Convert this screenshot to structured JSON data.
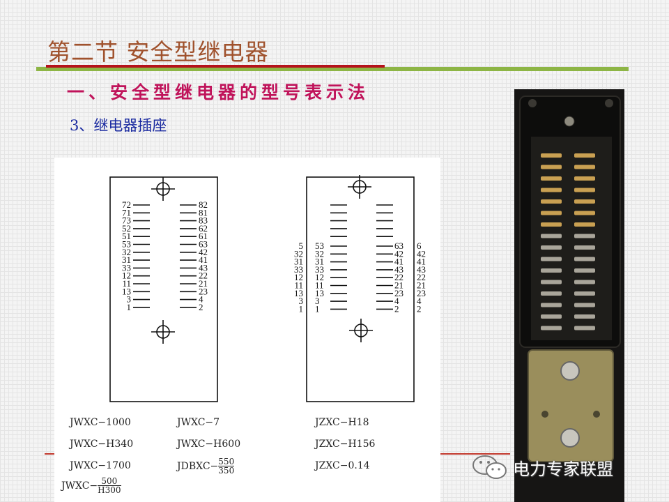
{
  "slide": {
    "title": "第二节  安全型继电器",
    "subhead": "一、安全型继电器的型号表示法",
    "item": "3、继电器插座"
  },
  "diagram_left": {
    "left_pins": [
      "72",
      "71",
      "73",
      "52",
      "51",
      "53",
      "32",
      "31",
      "33",
      "12",
      "11",
      "13",
      "3",
      "1"
    ],
    "right_pins": [
      "82",
      "81",
      "83",
      "62",
      "61",
      "63",
      "42",
      "41",
      "43",
      "22",
      "21",
      "23",
      "4",
      "2"
    ]
  },
  "diagram_right": {
    "left_inner": [
      "53",
      "32",
      "31",
      "33",
      "12",
      "11",
      "13",
      "3",
      "1"
    ],
    "left_outer": [
      "5",
      "32",
      "31",
      "33",
      "12",
      "11",
      "13",
      "3",
      "1"
    ],
    "right_inner": [
      "63",
      "42",
      "41",
      "43",
      "22",
      "21",
      "23",
      "4",
      "2"
    ],
    "right_outer": [
      "6",
      "42",
      "41",
      "43",
      "22",
      "21",
      "23",
      "4",
      "2"
    ]
  },
  "models_left": [
    "JWXC−1000",
    "JWXC−H340",
    "JWXC−1700"
  ],
  "models_mid": [
    "JWXC−7",
    "JWXC−H600"
  ],
  "jdbxc": {
    "prefix": "JDBXC−",
    "num": "550",
    "den": "350"
  },
  "jwxc_frac": {
    "prefix": "JWXC−",
    "num": "500",
    "den": "H300"
  },
  "models_right": [
    "JZXC−H18",
    "JZXC−H156",
    "JZXC−0.14"
  ],
  "watermark": {
    "text": "电力专家联盟",
    "icon": "wechat-icon"
  }
}
